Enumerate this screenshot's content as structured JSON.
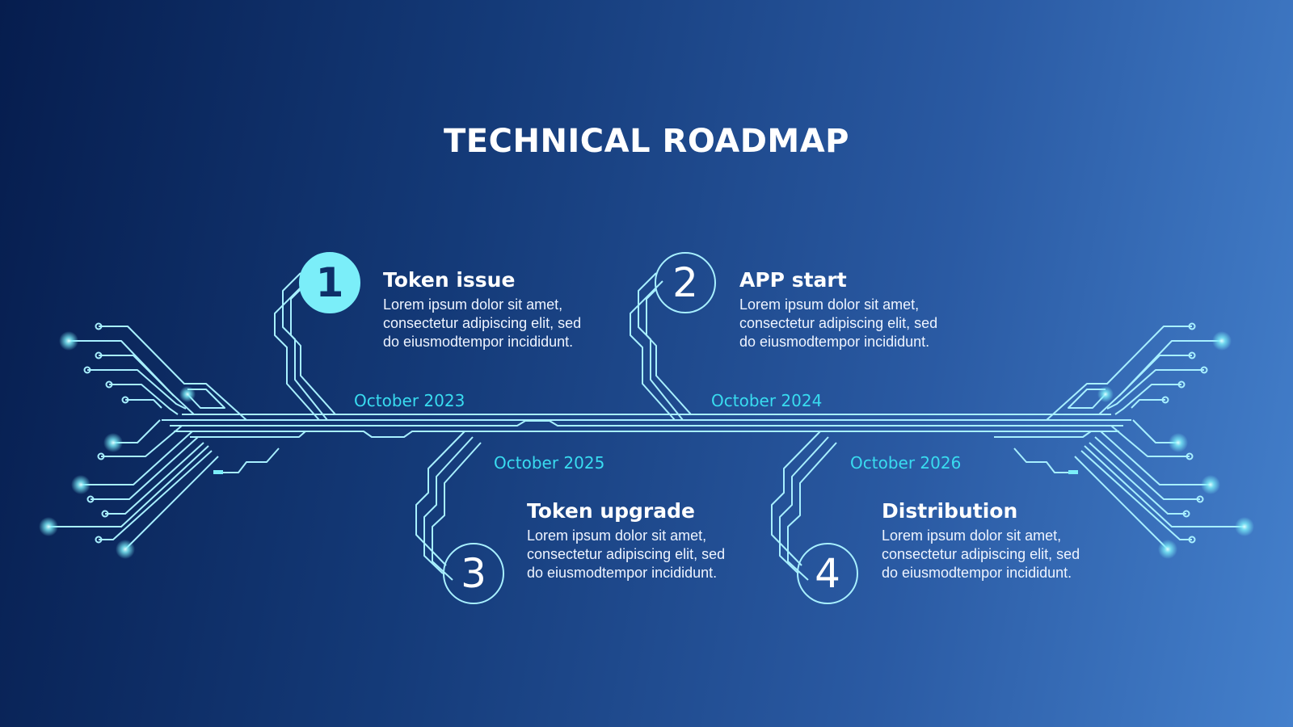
{
  "title": "TECHNICAL ROADMAP",
  "colors": {
    "accent": "#7beef9",
    "date": "#39dcf0",
    "line": "#a8f0ff",
    "bg_dark": "#061d4e",
    "bg_light": "#4480cc"
  },
  "milestones": [
    {
      "number": "1",
      "title": "Token issue",
      "date": "October 2023",
      "description": "Lorem ipsum dolor sit amet, consectetur adipiscing elit, sed do eiusmodtempor incididunt."
    },
    {
      "number": "2",
      "title": "APP start",
      "date": "October 2024",
      "description": "Lorem ipsum dolor sit amet, consectetur adipiscing elit, sed do eiusmodtempor incididunt."
    },
    {
      "number": "3",
      "title": "Token upgrade",
      "date": "October 2025",
      "description": "Lorem ipsum dolor sit amet, consectetur adipiscing elit, sed do eiusmodtempor incididunt."
    },
    {
      "number": "4",
      "title": "Distribution",
      "date": "October 2026",
      "description": "Lorem ipsum dolor sit amet, consectetur adipiscing elit, sed do eiusmodtempor incididunt."
    }
  ]
}
